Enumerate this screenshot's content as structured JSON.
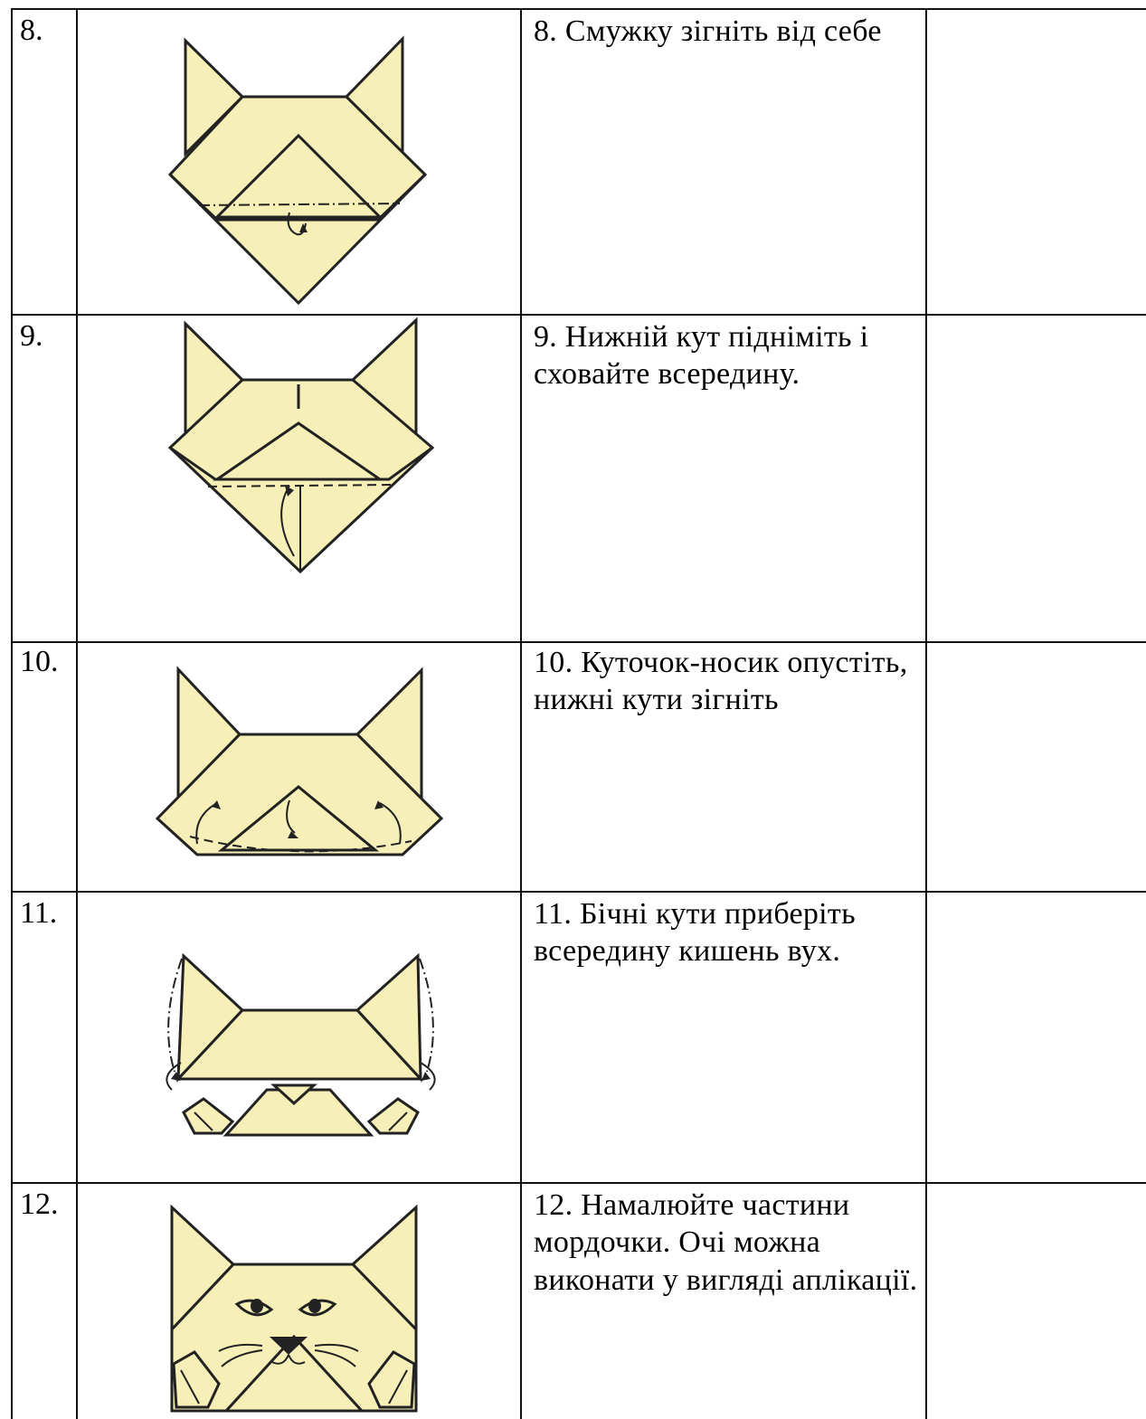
{
  "rows": [
    {
      "number": "8.",
      "instruction": "8. Смужку зігніть від себе"
    },
    {
      "number": "9.",
      "instruction": "9. Нижній кут підніміть і сховайте всередину."
    },
    {
      "number": "10.",
      "instruction": "10. Куточок-носик опустіть, нижні кути зігніть"
    },
    {
      "number": "11.",
      "instruction": "11. Бічні кути приберіть всередину кишень вух."
    },
    {
      "number": "12.",
      "instruction": "12. Намалюйте частини мордочки. Очі можна виконати у вигляді аплікації."
    }
  ],
  "colors": {
    "paper": "#f6efb8",
    "line": "#222222"
  }
}
